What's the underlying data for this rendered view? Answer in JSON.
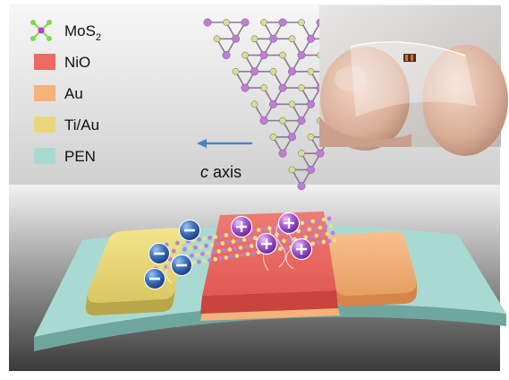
{
  "legend": {
    "items": [
      {
        "key": "mos2",
        "label_main": "MoS",
        "label_sub": "2",
        "swatch": "molecule",
        "color": "#7fd84a"
      },
      {
        "key": "nio",
        "label_main": "NiO",
        "label_sub": "",
        "swatch": "square",
        "color": "#ec6a63"
      },
      {
        "key": "au",
        "label_main": "Au",
        "label_sub": "",
        "swatch": "square",
        "color": "#f5b27a"
      },
      {
        "key": "tiau",
        "label_main": "Ti/Au",
        "label_sub": "",
        "swatch": "square",
        "color": "#ead77c"
      },
      {
        "key": "pen",
        "label_main": "PEN",
        "label_sub": "",
        "swatch": "square",
        "color": "#a9dad2"
      }
    ]
  },
  "lattice": {
    "axis_label_italic": "c",
    "axis_label_rest": " axis",
    "arrow_color": "#3f86c8",
    "mo_color": "#c27bd6",
    "s_color": "#d7e08a"
  },
  "photo": {
    "icon": "flexible-device-in-hand-photo"
  },
  "device": {
    "substrate_color": "#a9dad2",
    "nio_color": "#ec6a63",
    "au_color": "#f5b27a",
    "tiau_color": "#ead77c",
    "electron_sign": "−",
    "hole_sign": "+",
    "electron_color": "#2f5fa8",
    "hole_color": "#9b47c4"
  }
}
